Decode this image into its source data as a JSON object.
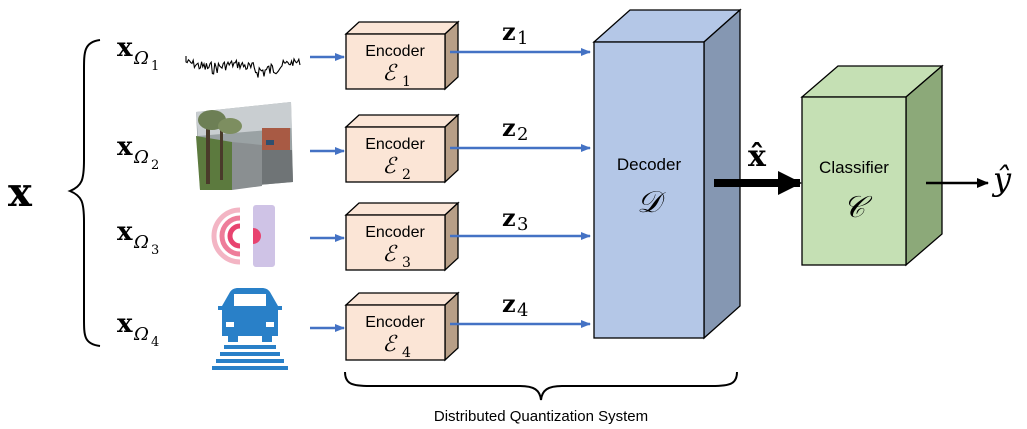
{
  "input": {
    "symbol": "x",
    "branches": [
      {
        "symbol": "x",
        "subscript": "Ω",
        "index": "1",
        "icon": "audio-waveform-icon"
      },
      {
        "symbol": "x",
        "subscript": "Ω",
        "index": "2",
        "icon": "street-photo-icon"
      },
      {
        "symbol": "x",
        "subscript": "Ω",
        "index": "3",
        "icon": "radar-sensor-icon"
      },
      {
        "symbol": "x",
        "subscript": "Ω",
        "index": "4",
        "icon": "car-lidar-icon"
      }
    ]
  },
  "encoders": [
    {
      "label": "Encoder",
      "symbol": "ℰ",
      "index": "1",
      "output": "z",
      "output_index": "1"
    },
    {
      "label": "Encoder",
      "symbol": "ℰ",
      "index": "2",
      "output": "z",
      "output_index": "2"
    },
    {
      "label": "Encoder",
      "symbol": "ℰ",
      "index": "3",
      "output": "z",
      "output_index": "3"
    },
    {
      "label": "Encoder",
      "symbol": "ℰ",
      "index": "4",
      "output": "z",
      "output_index": "4"
    }
  ],
  "decoder": {
    "label": "Decoder",
    "symbol": "𝒟",
    "output": "x̂"
  },
  "classifier": {
    "label": "Classifier",
    "symbol": "𝒞",
    "output": "ŷ"
  },
  "group_label": "Distributed Quantization System",
  "colors": {
    "encoder_front": "#fbe5d6",
    "encoder_side": "#b89f87",
    "decoder_front": "#b4c7e7",
    "decoder_side": "#8597b2",
    "classifier_front": "#c5e0b4",
    "classifier_side": "#8ca979",
    "arrow_blue": "#4472c4",
    "icon_blue": "#2980c8",
    "radar_pink": "#e8436f",
    "radar_lilac": "#cfc3e6"
  }
}
